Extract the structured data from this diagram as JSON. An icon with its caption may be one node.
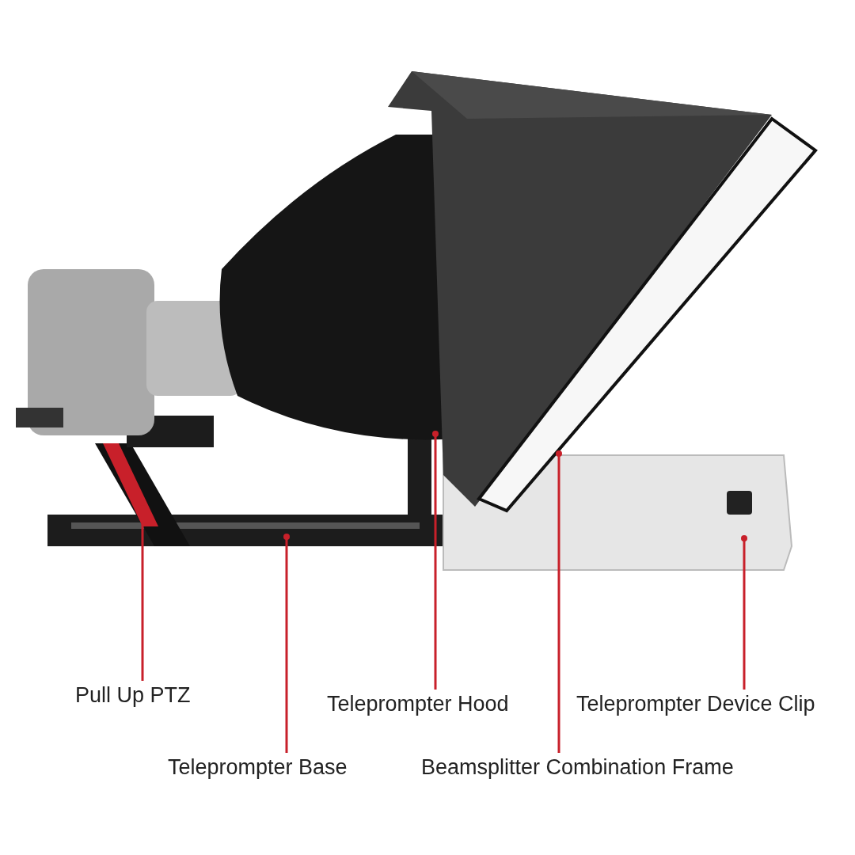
{
  "diagram": {
    "nodes": [
      {
        "text": [
          "Pull Up PTZ"
        ]
      },
      {
        "text": [
          "Teleprompter Hood"
        ]
      },
      {
        "text": [
          "Teleprompter Device Clip"
        ]
      },
      {
        "text": [
          "Teleprompter Base"
        ]
      },
      {
        "text": [
          "Beamsplitter Combination Frame"
        ]
      }
    ],
    "edges": [
      {
        "from": 0,
        "to": null,
        "arrow": "other"
      },
      {
        "from": 1,
        "to": null,
        "arrow": "other"
      },
      {
        "from": 2,
        "to": null,
        "arrow": "other"
      },
      {
        "from": 3,
        "to": null,
        "arrow": "other"
      },
      {
        "from": 4,
        "to": null,
        "arrow": "other"
      }
    ]
  }
}
